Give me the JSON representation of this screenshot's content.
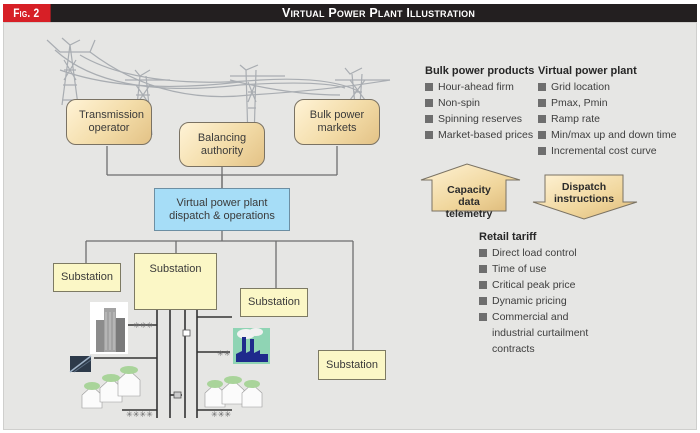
{
  "header": {
    "fig_label": "Fig. 2",
    "title": "Virtual Power Plant Illustration",
    "fig_color": "#d71f26",
    "bar_color": "#231f20"
  },
  "top_entities": {
    "transmission_operator": "Transmission operator",
    "balancing_authority": "Balancing authority",
    "bulk_power_markets": "Bulk power markets"
  },
  "vpp_box": "Virtual power plant dispatch & operations",
  "substations": [
    "Substation",
    "Substation",
    "Substation",
    "Substation"
  ],
  "arrows": {
    "up": "Capacity data telemetry",
    "down": "Dispatch instructions"
  },
  "lists": {
    "bulk_power_products": {
      "heading": "Bulk power products",
      "items": [
        "Hour-ahead firm",
        "Non-spin",
        "Spinning reserves",
        "Market-based prices"
      ]
    },
    "virtual_power_plant": {
      "heading": "Virtual power plant",
      "items": [
        "Grid location",
        "Pmax, Pmin",
        "Ramp rate",
        "Min/max up and down time",
        "Incremental cost curve"
      ]
    },
    "retail_tariff": {
      "heading": "Retail tariff",
      "items": [
        "Direct load control",
        "Time of use",
        "Critical peak price",
        "Dynamic pricing",
        "Commercial and industrial curtailment contracts"
      ]
    }
  },
  "icons": [
    "transmission-tower-icon",
    "office-building-icon",
    "solar-panel-icon",
    "factory-icon",
    "houses-icon",
    "meter-icon",
    "transformer-icon"
  ],
  "colors": {
    "panel_bg": "#e6e6e4",
    "tan_box": "#f3dca8",
    "vpp_box": "#a6ddf7",
    "substation_box": "#fbf7c6"
  }
}
